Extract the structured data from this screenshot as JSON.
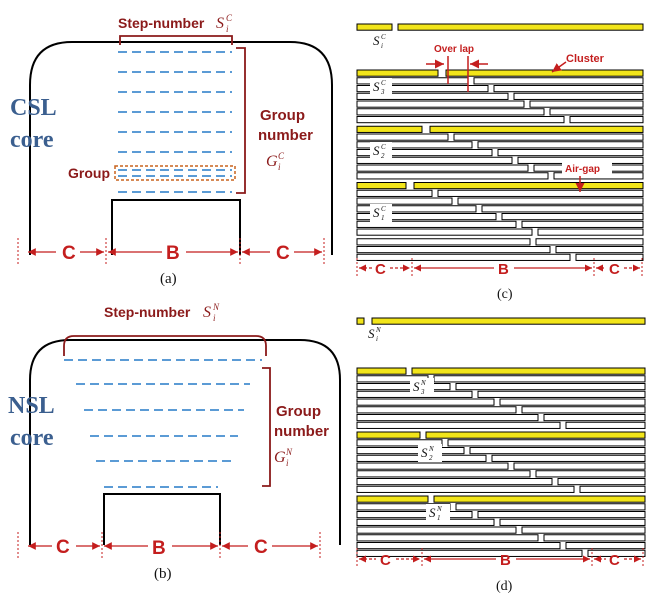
{
  "panel_a": {
    "step_number": "Step-number",
    "step_symbol": "S",
    "step_sub": "i",
    "step_sup": "C",
    "core_line1": "CSL",
    "core_line2": "core",
    "group_number_line1": "Group",
    "group_number_line2": "number",
    "group_symbol": "G",
    "group_sub": "i",
    "group_sup": "C",
    "group": "Group",
    "dim_left": "C",
    "dim_mid": "B",
    "dim_right": "C",
    "caption": "(a)"
  },
  "panel_b": {
    "step_number": "Step-number",
    "step_symbol": "S",
    "step_sub": "i",
    "step_sup": "N",
    "core_line1": "NSL",
    "core_line2": "core",
    "group_number_line1": "Group",
    "group_number_line2": "number",
    "group_symbol": "G",
    "group_sub": "i",
    "group_sup": "N",
    "dim_left": "C",
    "dim_mid": "B",
    "dim_right": "C",
    "caption": "(b)"
  },
  "panel_c": {
    "top_symbol": "S",
    "top_sub": "i",
    "top_sup": "C",
    "overlap": "Over lap",
    "cluster": "Cluster",
    "airgap": "Air-gap",
    "s3": "S",
    "s3_sub": "3",
    "s3_sup": "C",
    "s2": "S",
    "s2_sub": "2",
    "s2_sup": "C",
    "s1": "S",
    "s1_sub": "1",
    "s1_sup": "C",
    "dim_left": "C",
    "dim_mid": "B",
    "dim_right": "C",
    "caption": "(c)"
  },
  "panel_d": {
    "top_symbol": "S",
    "top_sub": "i",
    "top_sup": "N",
    "s3": "S",
    "s3_sub": "3",
    "s3_sup": "N",
    "s2": "S",
    "s2_sub": "2",
    "s2_sup": "N",
    "s1": "S",
    "s1_sub": "1",
    "s1_sup": "N",
    "dim_left": "C",
    "dim_mid": "B",
    "dim_right": "C",
    "caption": "(d)"
  },
  "colors": {
    "red": "#c41e1e",
    "brown": "#8b1a1a",
    "blue_text": "#3b5f8f",
    "dash_blue": "#5b9bd5",
    "group_orange": "#c8641e",
    "yellow": "#f2e51a"
  }
}
